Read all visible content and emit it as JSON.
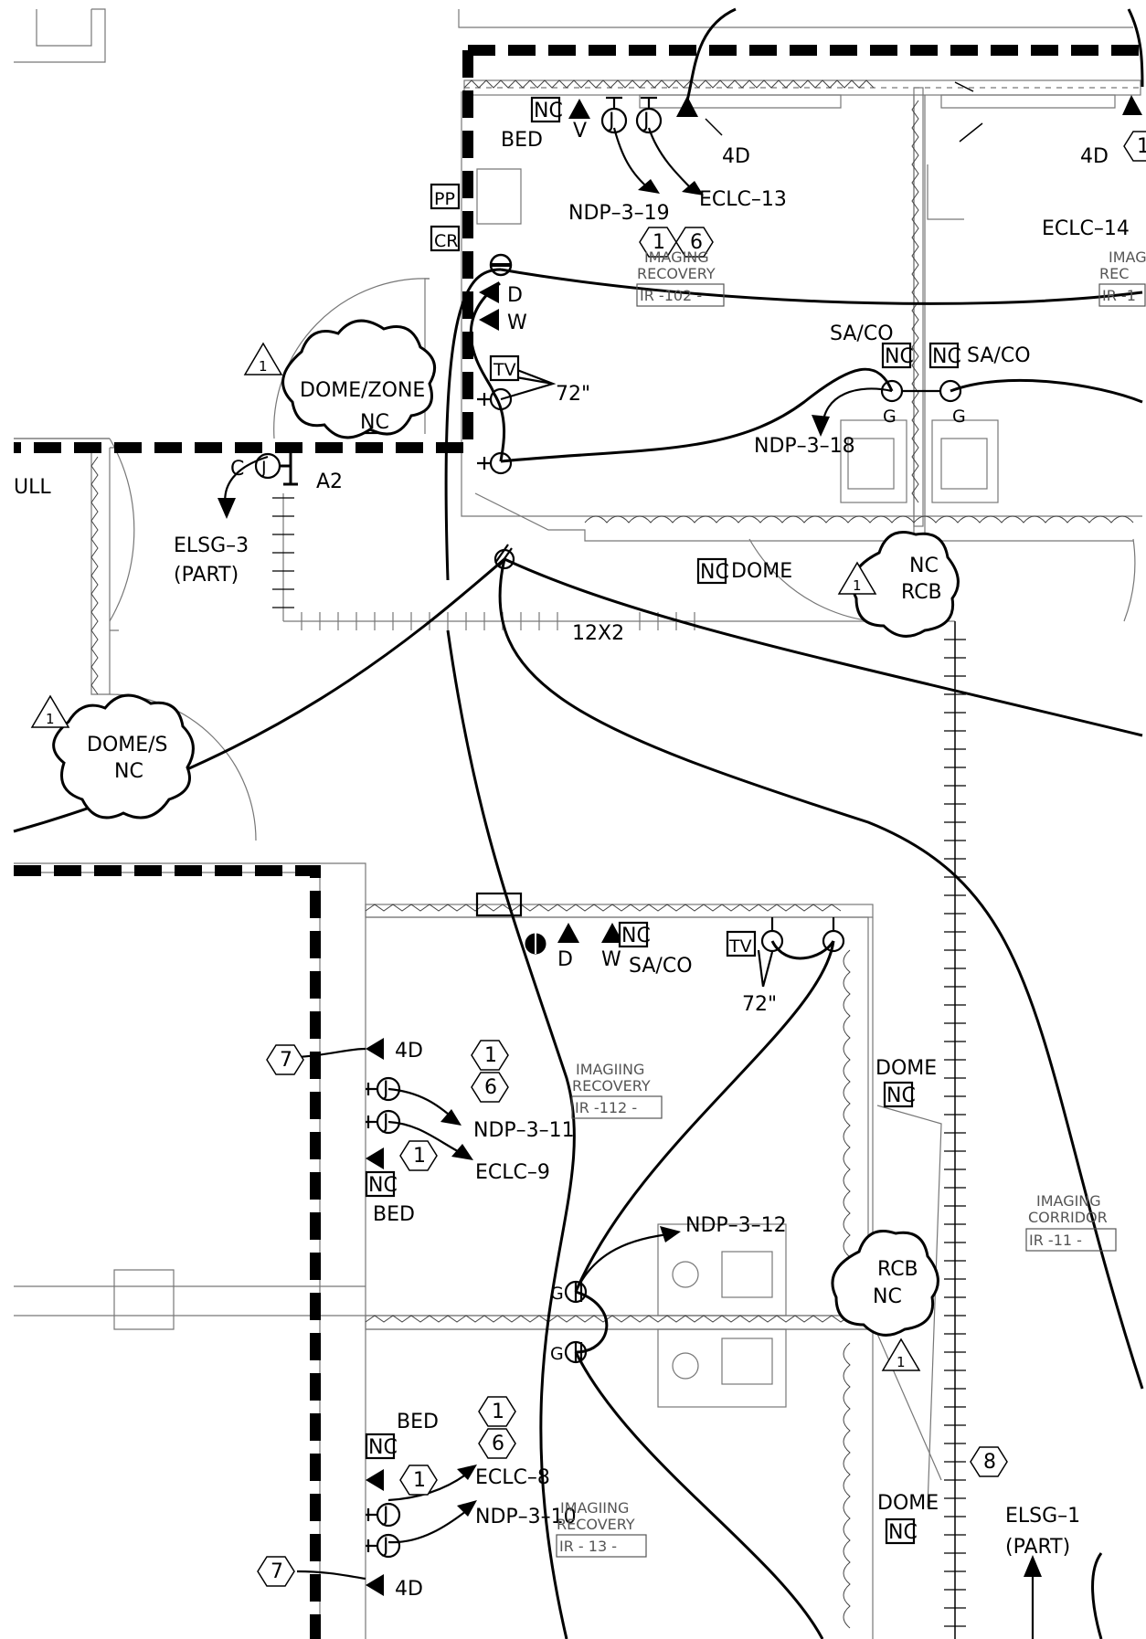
{
  "labels": {
    "bed_top": "BED",
    "v": "V",
    "d1": "D",
    "w1": "W",
    "four_d_a": "4D",
    "four_d_b": "4D",
    "ndp_3_19": "NDP–3–19",
    "eclc_13": "ECLC–13",
    "eclc_14": "ECLC–14",
    "pp": "PP",
    "cr": "CR",
    "tv1": "TV",
    "in72_a": "72\"",
    "sa_co_a": "SA/CO",
    "sa_co_b": "SA/CO",
    "ndp_3_18": "NDP–3–18",
    "g_a": "G",
    "g_b": "G",
    "dome_zone": "DOME/ZONE",
    "c": "C",
    "j1": "J",
    "a2": "A2",
    "elsg_3": "ELSG–3",
    "part_a": "(PART)",
    "ull": "ULL",
    "dome_a": "DOME",
    "rcb_a": "RCB",
    "twelve_x2": "12X2",
    "dome_s": "DOME/S",
    "d2": "D",
    "w2": "W",
    "sa_co_c": "SA/CO",
    "tv2": "TV",
    "in72_b": "72\"",
    "four_d_c": "4D",
    "ndp_3_11": "NDP–3–11",
    "eclc_9": "ECLC–9",
    "bed_mid": "BED",
    "dome_b": "DOME",
    "ndp_3_12": "NDP–3–12",
    "rcb_b": "RCB",
    "g_c": "G",
    "g_d": "G",
    "bed_low": "BED",
    "eclc_8": "ECLC–8",
    "ndp_3_10": "NDP–3–10",
    "four_d_d": "4D",
    "dome_c": "DOME",
    "elsg_1": "ELSG–1",
    "part_b": "(PART)",
    "no": "NC",
    "j": "J"
  },
  "rooms": {
    "r102_name_1": "IMAGING",
    "r102_name_2": "RECOVERY",
    "r102_num": "IR -102 -",
    "r1xx_name_1": "IMAG",
    "r1xx_name_2": "REC",
    "r1xx_num": "IR -1",
    "r112_name_1": "IMAGIING",
    "r112_name_2": "RECOVERY",
    "r112_num": "IR -112 -",
    "r11x_name_1": "IMAGING",
    "r11x_name_2": "CORRIDOR",
    "r11x_num": "IR -11  -",
    "r113_name_1": "IMAGIING",
    "r113_name_2": "RECOVERY",
    "r113_num": "IR -  13 -"
  },
  "tags": {
    "hex_1": "1",
    "hex_6": "6",
    "hex_7": "7",
    "hex_8": "8",
    "tri_1": "1"
  }
}
